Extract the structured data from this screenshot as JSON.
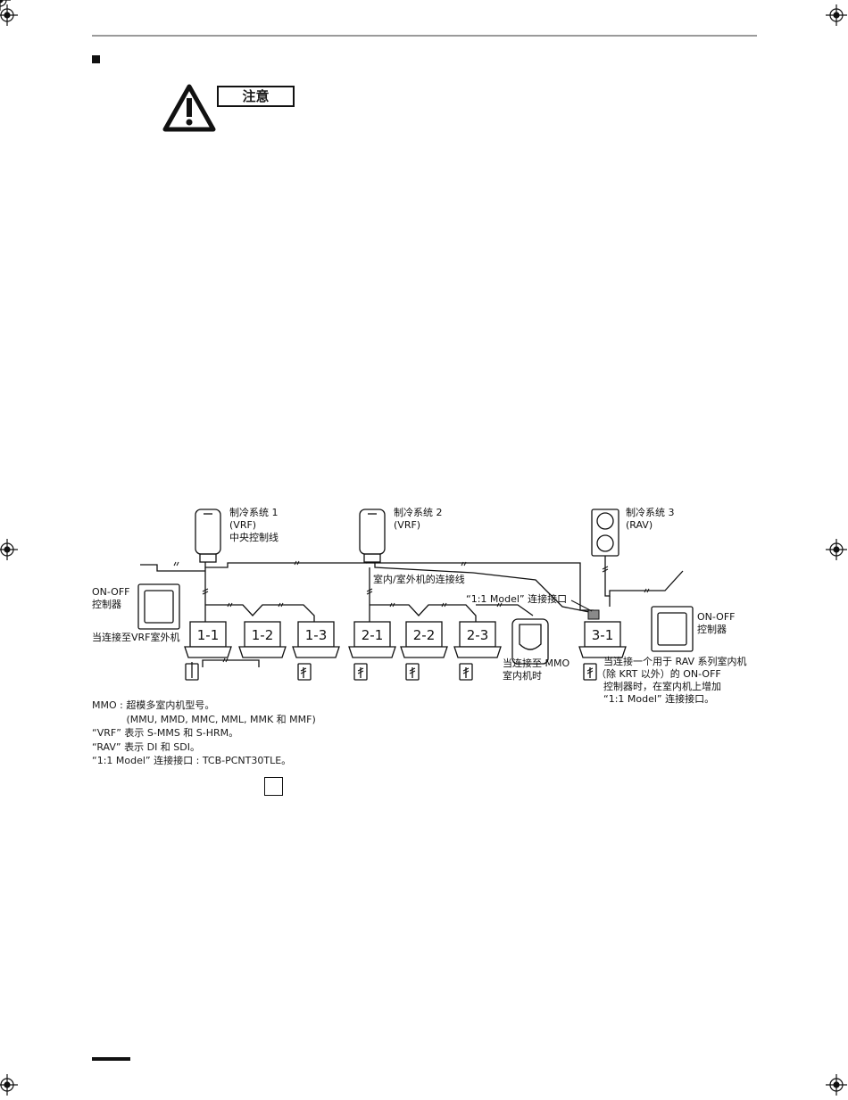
{
  "caution": {
    "label": "注意"
  },
  "diagram": {
    "systems": [
      {
        "title": "制冷系统 1",
        "type": "(VRF)"
      },
      {
        "title": "制冷系统  2",
        "type": "(VRF)"
      },
      {
        "title": "制冷系统 3",
        "type": "(RAV)"
      }
    ],
    "central_control_line": "中央控制线",
    "indoor_outdoor_line": "室内/室外机的连接线",
    "adapter_label": "“1:1 Model” 连接接口",
    "onoff_left": {
      "line1": "ON-OFF",
      "line2": "控制器"
    },
    "onoff_right": {
      "line1": "ON-OFF",
      "line2": "控制器"
    },
    "vrf_note": "当连接至VRF室外机",
    "mmo_note": {
      "line1": "当连接至  MMO",
      "line2": "室内机时"
    },
    "rav_note": {
      "line1": "当连接一个用于 RAV 系列室内机",
      "line2": "（除 KRT 以外）的 ON-OFF",
      "line3": "控制器时，在室内机上增加",
      "line4": " “1:1 Model” 连接接口。"
    },
    "units": [
      "1-1",
      "1-2",
      "1-3",
      "2-1",
      "2-2",
      "2-3",
      "3-1"
    ]
  },
  "notes": [
    "MMO : 超模多室内机型号。",
    "           (MMU, MMD, MMC, MML, MMK 和 MMF)",
    "“VRF” 表示 S-MMS 和 S-HRM。",
    "“RAV” 表示 DI 和 SDI。",
    "“1:1 Model” 连接接口 : TCB-PCNT30TLE。"
  ],
  "colors": {
    "line": "#111111",
    "adapter": "#8a8a8a",
    "rule": "#9a9a9a"
  }
}
